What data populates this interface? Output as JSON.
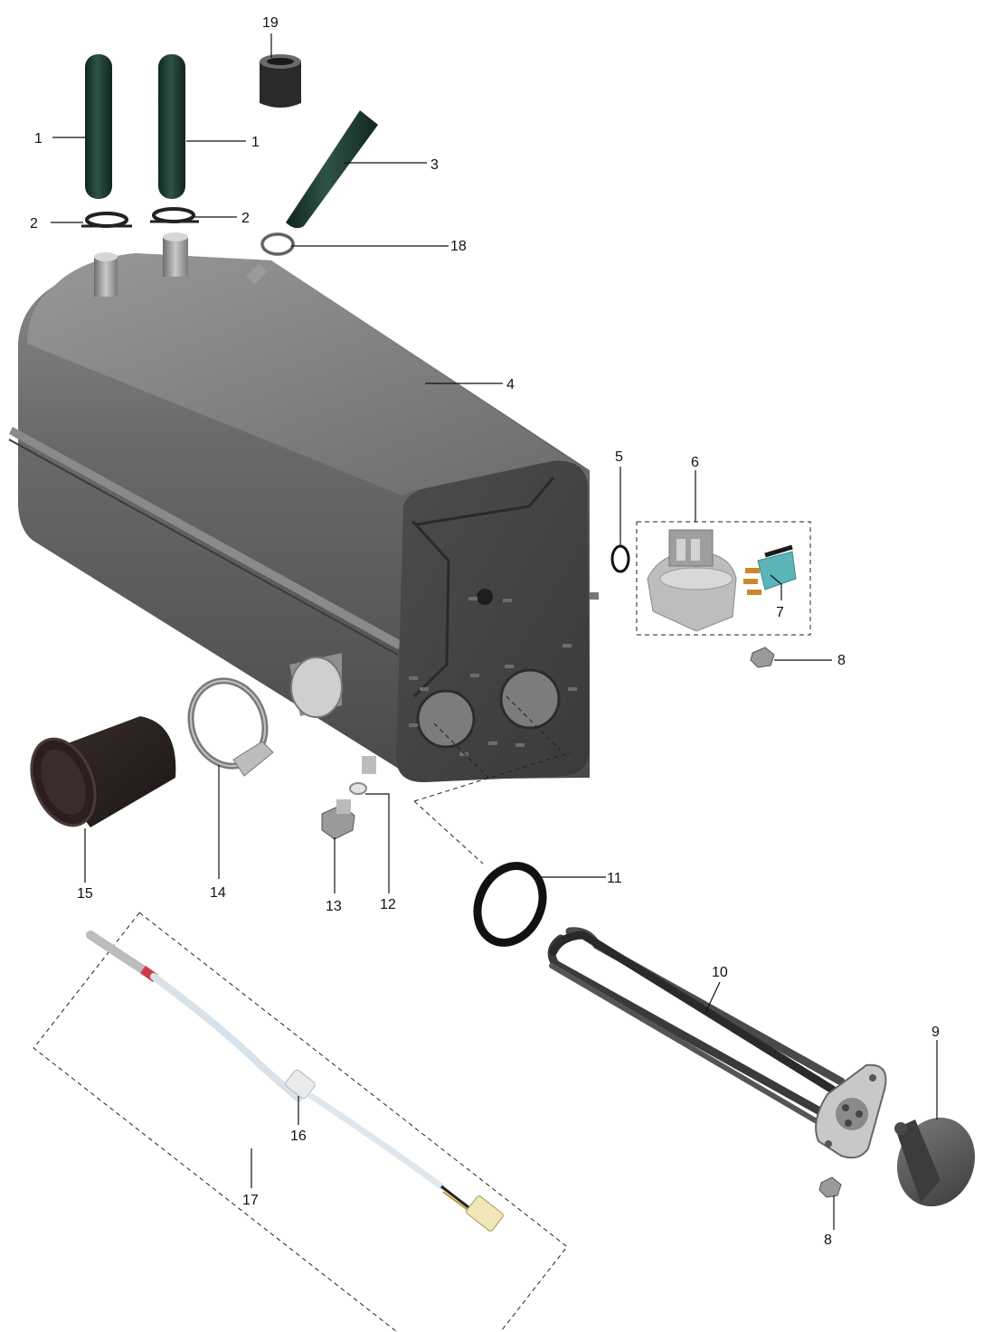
{
  "diagram": {
    "callouts": {
      "c1a": "1",
      "c1b": "1",
      "c2a": "2",
      "c2b": "2",
      "c3": "3",
      "c4": "4",
      "c5": "5",
      "c6": "6",
      "c7": "7",
      "c8a": "8",
      "c8b": "8",
      "c9": "9",
      "c10": "10",
      "c11": "11",
      "c12": "12",
      "c13": "13",
      "c14": "14",
      "c15": "15",
      "c16": "16",
      "c17": "17",
      "c18": "18",
      "c19": "19"
    },
    "colors": {
      "tank_body": "#5e5e5e",
      "tank_dark": "#3f3f3f",
      "hose": "#1f3a33",
      "rubber": "#141414",
      "metal": "#b5b5b5",
      "switch": "#5bb5b8",
      "sensor_cable": "#dfe7ee"
    }
  }
}
